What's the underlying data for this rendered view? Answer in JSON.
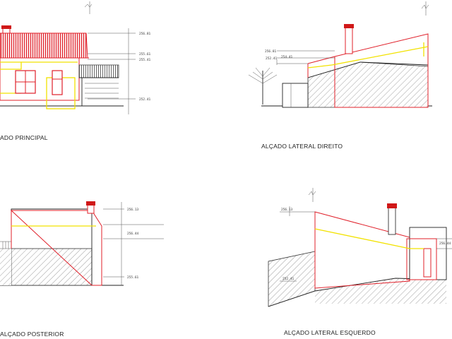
{
  "drawing": {
    "colors": {
      "new_construction": "#e0202a",
      "demolition": "#f2e200",
      "existing": "#222222",
      "ground_hatch": "#777777",
      "roof_tile": "#e0202a",
      "chimney_cap": "#d01818"
    },
    "views": [
      {
        "id": "principal",
        "caption": "ADO PRINCIPAL",
        "level_labels": [
          "256.81",
          "255.61",
          "255.41",
          "252.41"
        ]
      },
      {
        "id": "lateral-direito",
        "caption": "ALÇADO LATERAL DIREITO",
        "level_labels": [
          "256.81",
          "254.41",
          "252.41"
        ]
      },
      {
        "id": "posterior",
        "caption": "ALÇADO POSTERIOR",
        "level_labels": [
          "256.13",
          "256.44",
          "255.61"
        ]
      },
      {
        "id": "lateral-esquerdo",
        "caption": "ALÇADO LATERAL ESQUERDO",
        "level_labels": [
          "256.13",
          "256.44",
          "252.41"
        ]
      }
    ]
  }
}
